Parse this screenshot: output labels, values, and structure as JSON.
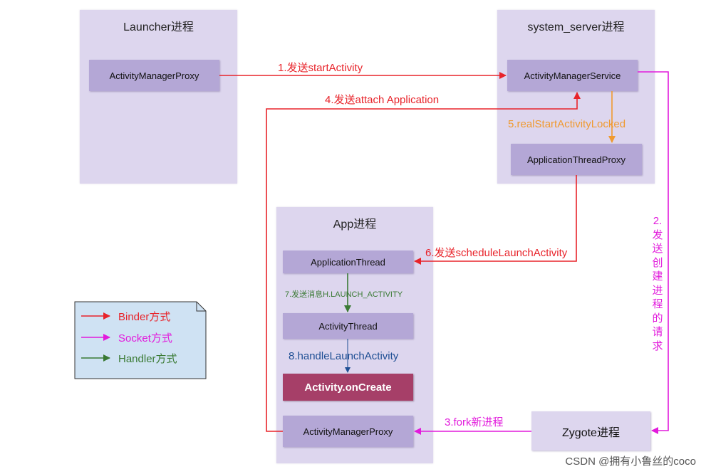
{
  "processes": {
    "launcher": "Launcher进程",
    "system_server": "system_server进程",
    "app": "App进程"
  },
  "boxes": {
    "launcher_amp": "ActivityManagerProxy",
    "ams": "ActivityManagerService",
    "atp": "ApplicationThreadProxy",
    "application_thread": "ApplicationThread",
    "activity_thread": "ActivityThread",
    "on_create": "Activity.onCreate",
    "app_amp": "ActivityManagerProxy",
    "zygote": "Zygote进程"
  },
  "arrows": {
    "step1": "1.发送startActivity",
    "step2": "2.发送创建进程的请求",
    "step3": "3.fork新进程",
    "step4": "4.发送attach Application",
    "step5": "5.realStartActivityLocked",
    "step6": "6.发送scheduleLaunchActivity",
    "step7": "7.发送消息H.LAUNCH_ACTIVITY",
    "step8": "8.handleLaunchActivity"
  },
  "legend": {
    "binder": "Binder方式",
    "socket": "Socket方式",
    "handler": "Handler方式"
  },
  "colors": {
    "binder": "#e8232a",
    "socket": "#e21bdc",
    "handler": "#3a7a34",
    "local": "#f09a30",
    "call": "#1f4f94"
  },
  "watermark": "CSDN @拥有小鲁丝的coco"
}
